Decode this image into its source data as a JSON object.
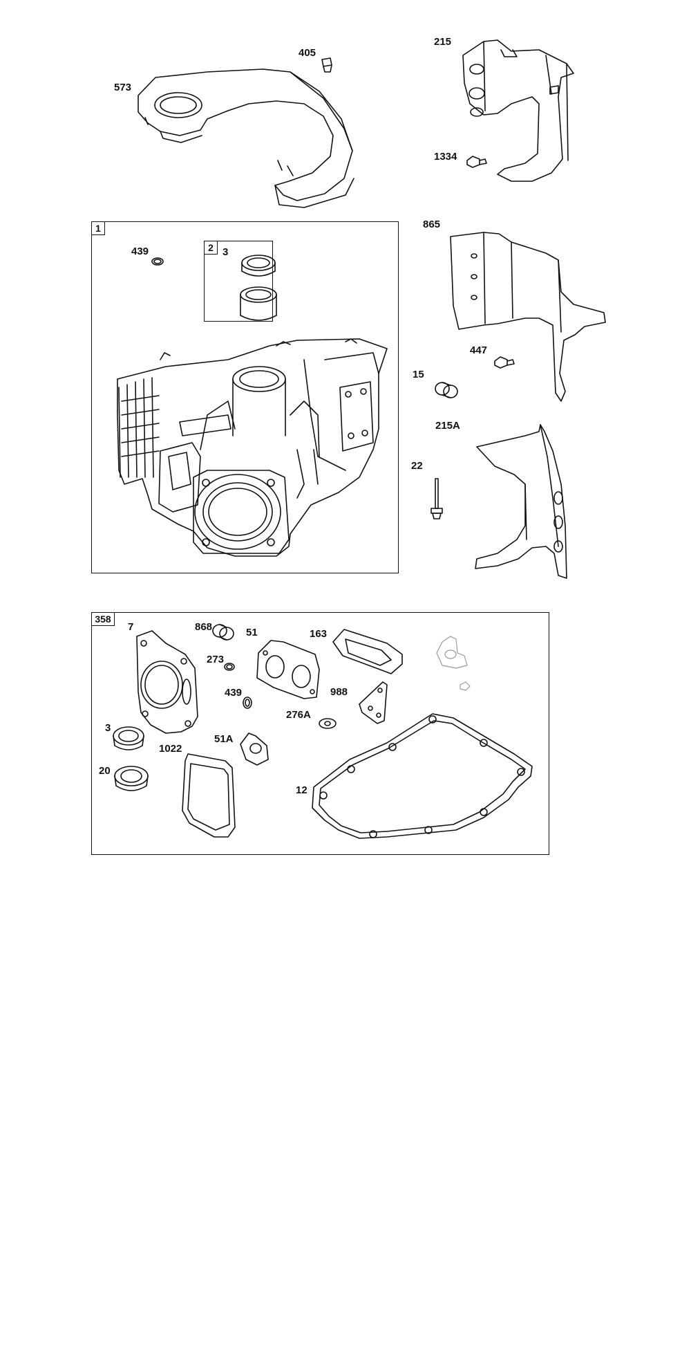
{
  "boxes": {
    "box_1": "1",
    "box_2": "2",
    "box_358": "358"
  },
  "callouts": {
    "c573": "573",
    "c405": "405",
    "c215": "215",
    "c1334": "1334",
    "c439_top": "439",
    "c3_top": "3",
    "c865": "865",
    "c447": "447",
    "c15": "15",
    "c215A": "215A",
    "c22": "22",
    "c7": "7",
    "c868": "868",
    "c51": "51",
    "c163": "163",
    "c273": "273",
    "c439_kit": "439",
    "c988": "988",
    "c276A": "276A",
    "c3_kit": "3",
    "c1022": "1022",
    "c51A": "51A",
    "c20": "20",
    "c12": "12"
  },
  "colors": {
    "line": "#111111",
    "light": "#999999",
    "paper": "#ffffff"
  }
}
